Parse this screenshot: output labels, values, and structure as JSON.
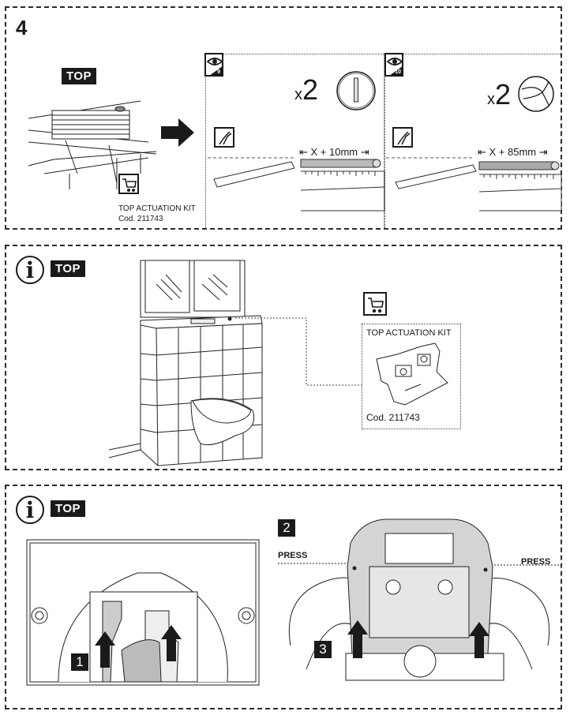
{
  "step": {
    "number": "4",
    "top_label": "TOP",
    "kit": {
      "icon": "shopping-cart-icon",
      "name": "TOP ACTUATION KIT",
      "code": "Cod. 211743"
    },
    "arrow_icon": "right-arrow-icon",
    "variants": [
      {
        "view_icon": "eye-icon",
        "view_number": "9",
        "quantity_prefix": "x",
        "quantity": "2",
        "part_icon": "round-push-button-icon",
        "tool_icon": "cutting-pliers-icon",
        "measure": "X + 10mm"
      },
      {
        "view_icon": "eye-icon",
        "view_number": "10",
        "quantity_prefix": "x",
        "quantity": "2",
        "part_icon": "ball-push-button-icon",
        "tool_icon": "cutting-pliers-icon",
        "measure": "X + 85mm"
      }
    ]
  },
  "info_top": {
    "info_icon": "info-icon",
    "info_glyph": "i",
    "top_label": "TOP",
    "kit": {
      "icon": "shopping-cart-icon",
      "name": "TOP ACTUATION KIT",
      "code": "Cod. 211743"
    }
  },
  "removal": {
    "info_icon": "info-icon",
    "info_glyph": "i",
    "top_label": "TOP",
    "steps": [
      "1",
      "2",
      "3"
    ],
    "press_left": "PRESS",
    "press_right": "PRESS"
  }
}
